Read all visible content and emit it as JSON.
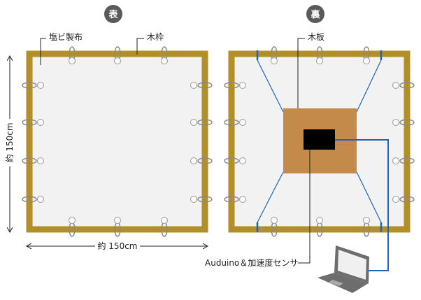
{
  "front": {
    "badge": "表",
    "cloth_label": "塩ビ製布",
    "frame_label": "木枠"
  },
  "back": {
    "badge": "裏",
    "board_label": "木板",
    "sensor_label": "Auduino＆加速度センサ"
  },
  "dimensions": {
    "height_label": "約 150cm",
    "width_label": "約 150cm"
  },
  "colors": {
    "frame": "#b38f27",
    "cloth": "#f2f2f2",
    "board": "#c48a4a",
    "wire": "#1f64b8",
    "badge": "#5a5a5a"
  }
}
